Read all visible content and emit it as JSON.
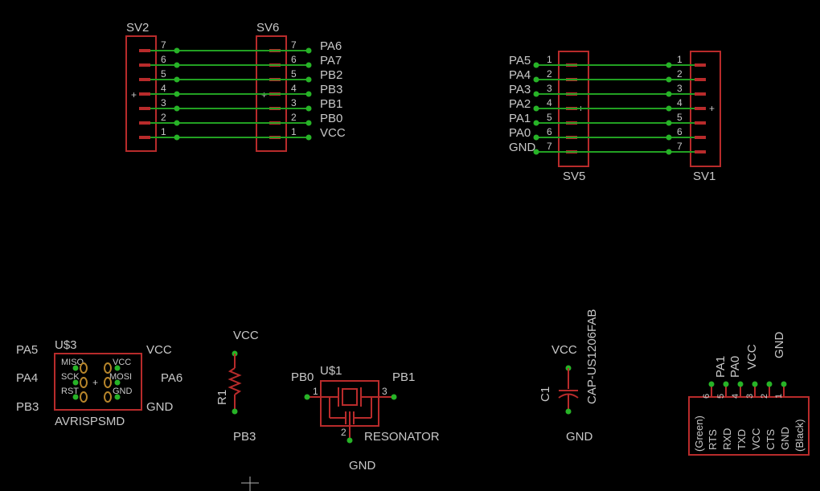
{
  "headers": {
    "sv2": "SV2",
    "sv6": "SV6",
    "sv5": "SV5",
    "sv1": "SV1",
    "pin_numbers": [
      "7",
      "6",
      "5",
      "4",
      "3",
      "2",
      "1"
    ],
    "left_nets": [
      "PA6",
      "PA7",
      "PB2",
      "PB3",
      "PB1",
      "PB0",
      "VCC"
    ],
    "right_nets": [
      "PA5",
      "PA4",
      "PA3",
      "PA2",
      "PA1",
      "PA0",
      "GND"
    ],
    "right_pin_numbers": [
      "1",
      "2",
      "3",
      "4",
      "5",
      "6",
      "7"
    ]
  },
  "isp": {
    "name": "U$3",
    "value": "AVRISPSMD",
    "pins_left": [
      "MISO",
      "SCK",
      "RST"
    ],
    "pins_right": [
      "VCC",
      "MOSI",
      "GND"
    ],
    "nets_left": [
      "PA5",
      "PA4",
      "PB3"
    ],
    "nets_right": [
      "VCC",
      "PA6",
      "GND"
    ]
  },
  "resistor": {
    "name": "R1",
    "top_net": "VCC",
    "bottom_net": "PB3"
  },
  "resonator": {
    "name": "U$1",
    "value": "RESONATOR",
    "pin1": "1",
    "pin2": "2",
    "pin3": "3",
    "net_left": "PB0",
    "net_right": "PB1",
    "net_bottom": "GND"
  },
  "capacitor": {
    "name": "C1",
    "value": "CAP-US1206FAB",
    "top_net": "VCC",
    "bottom_net": "GND"
  },
  "ftdi": {
    "nets": [
      "PA1",
      "PA0",
      "VCC",
      "GND"
    ],
    "pin_numbers": [
      "6",
      "5",
      "4",
      "3",
      "2",
      "1"
    ],
    "pin_labels": [
      "(Green)",
      "RTS",
      "RXD",
      "TXD",
      "VCC",
      "CTS",
      "GND",
      "(Black)"
    ]
  }
}
